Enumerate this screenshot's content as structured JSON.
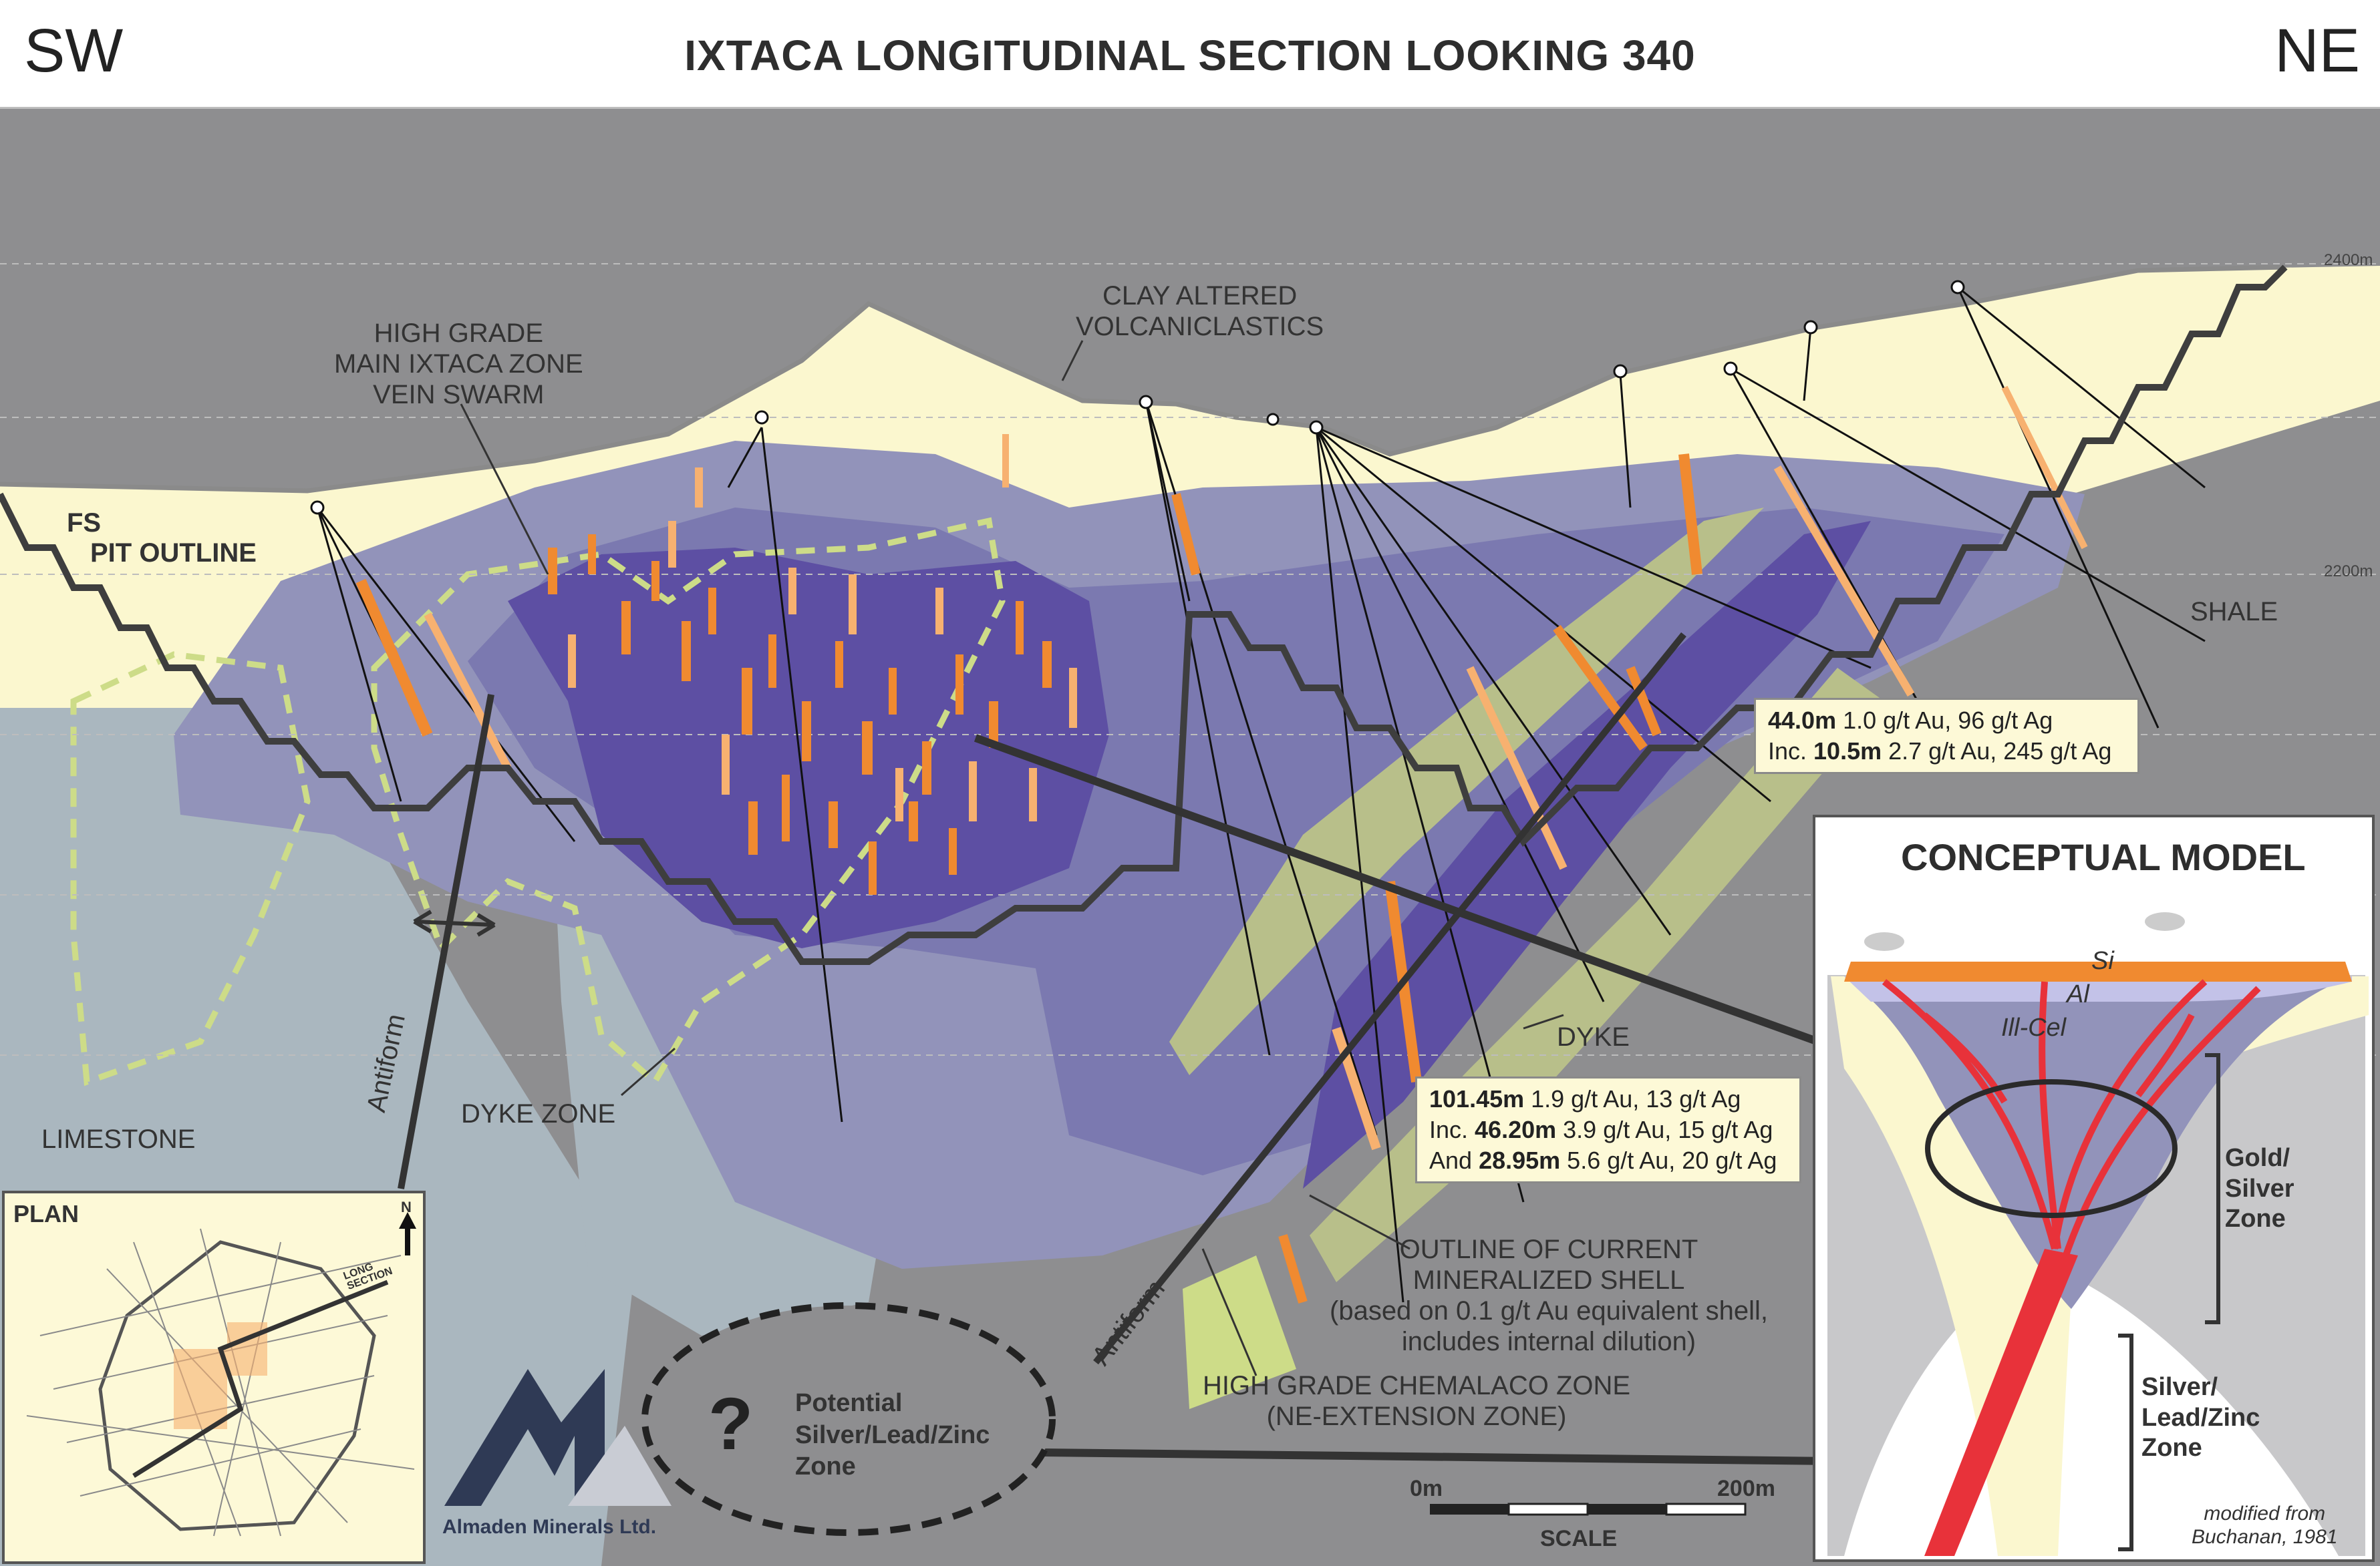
{
  "header": {
    "sw": "SW",
    "ne": "NE",
    "title": "IXTACA LONGITUDINAL SECTION LOOKING 340"
  },
  "elevations": [
    "2400m",
    "2200m"
  ],
  "labels": {
    "clay_l1": "CLAY ALTERED",
    "clay_l2": "VOLCANICLASTICS",
    "hg_l1": "HIGH GRADE",
    "hg_l2": "MAIN IXTACA ZONE",
    "hg_l3": "VEIN SWARM",
    "fs": "FS",
    "pit": "PIT OUTLINE",
    "shale": "SHALE",
    "limestone": "LIMESTONE",
    "dyke_zone": "DYKE ZONE",
    "dyke": "DYKE",
    "antiform": "Antiform",
    "outline_l1": "OUTLINE OF CURRENT",
    "outline_l2": "MINERALIZED SHELL",
    "outline_l3": "(based on 0.1 g/t Au equivalent shell,",
    "outline_l4": "includes internal dilution)",
    "chem_l1": "HIGH GRADE CHEMALACO ZONE",
    "chem_l2": "(NE-EXTENSION ZONE)",
    "potential_l1": "Potential",
    "potential_l2": "Silver/Lead/Zinc",
    "potential_l3": "Zone",
    "question": "?"
  },
  "intercepts": {
    "a": {
      "len1": "44.0m",
      "txt1": " 1.0 g/t Au, 96 g/t Ag",
      "pre2": "Inc. ",
      "len2": "10.5m",
      "txt2": " 2.7 g/t Au, 245 g/t Ag"
    },
    "b": {
      "len1": "101.45m",
      "txt1": " 1.9 g/t Au, 13 g/t Ag",
      "pre2": "Inc. ",
      "len2": "46.20m",
      "txt2": " 3.9 g/t Au, 15 g/t Ag",
      "pre3": "And ",
      "len3": "28.95m",
      "txt3": " 5.6 g/t Au, 20 g/t Ag"
    }
  },
  "model": {
    "title": "CONCEPTUAL MODEL",
    "si": "Si",
    "al": "Al",
    "illcel": "Ill-Cel",
    "gold_l1": "Gold/",
    "gold_l2": "Silver",
    "gold_l3": "Zone",
    "silver_l1": "Silver/",
    "silver_l2": "Lead/Zinc",
    "silver_l3": "Zone",
    "credit_l1": "modified from",
    "credit_l2": "Buchanan, 1981"
  },
  "plan": {
    "title": "PLAN",
    "north": "N",
    "long1": "LONG",
    "long2": "SECTION"
  },
  "logo": {
    "name": "Almaden Minerals Ltd."
  },
  "scale": {
    "start": "0m",
    "end": "200m",
    "title": "SCALE"
  },
  "colors": {
    "volcaniclastic": "#fbf7cf",
    "shale": "#8e8e90",
    "limestone": "#aab7bf",
    "shell_outer": "#9293ba",
    "shell_mid": "#7b79b0",
    "shell_core": "#5d4fa3",
    "vein_orange": "#f08a30",
    "vein_light": "#f7b170",
    "pit_line": "#3e3e3e",
    "dyke_green": "#cddc88",
    "vein_red": "#e8323a"
  }
}
